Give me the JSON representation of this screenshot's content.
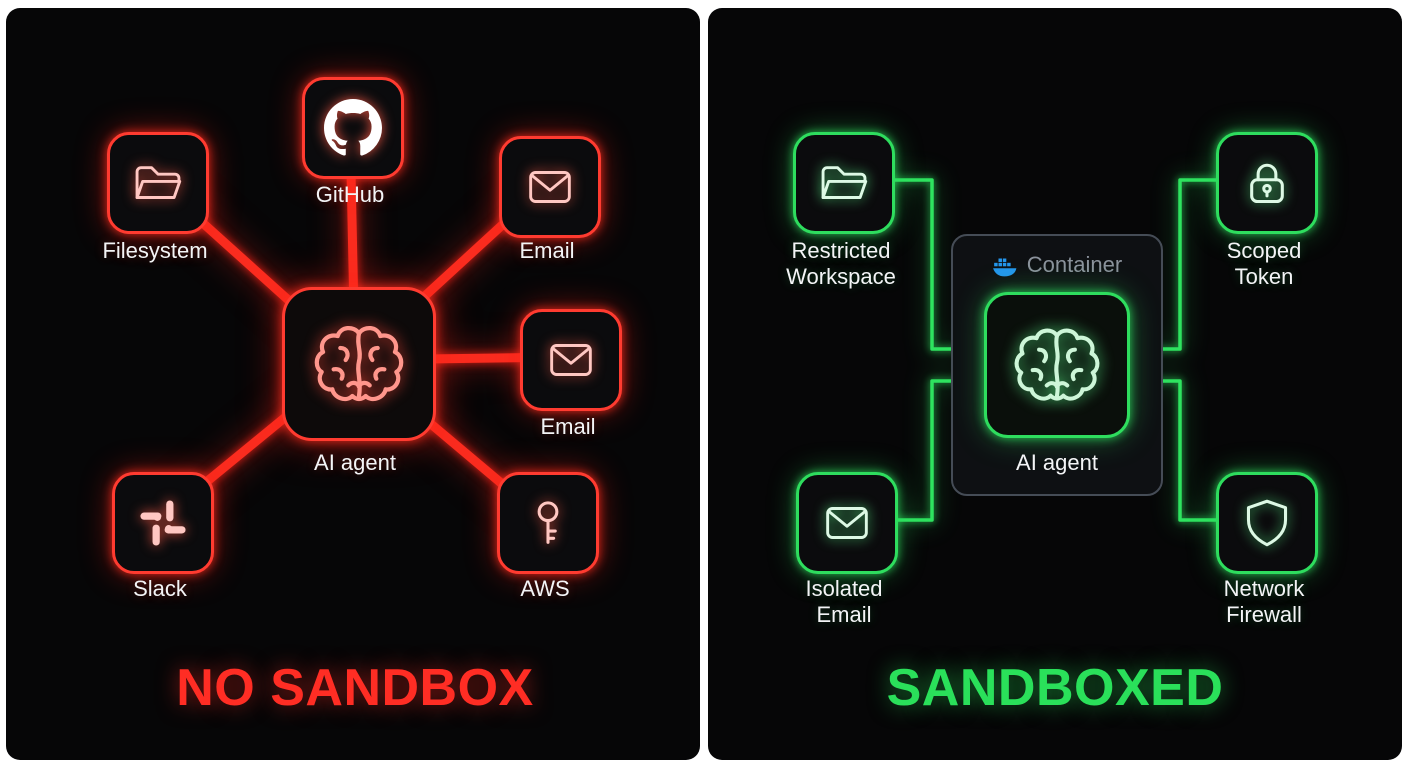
{
  "left_panel": {
    "title": "NO SANDBOX",
    "accent_color": "#ff3b30",
    "agent_label": "AI agent",
    "nodes": {
      "filesystem": {
        "label": "Filesystem"
      },
      "github": {
        "label": "GitHub"
      },
      "email_top": {
        "label": "Email"
      },
      "email_right": {
        "label": "Email"
      },
      "slack": {
        "label": "Slack"
      },
      "aws": {
        "label": "AWS"
      }
    }
  },
  "right_panel": {
    "title": "SANDBOXED",
    "accent_color": "#2edd5e",
    "container_label": "Container",
    "agent_label": "AI agent",
    "nodes": {
      "restricted_workspace": {
        "label": "Restricted\nWorkspace"
      },
      "scoped_token": {
        "label": "Scoped\nToken"
      },
      "isolated_email": {
        "label": "Isolated\nEmail"
      },
      "network_firewall": {
        "label": "Network\nFirewall"
      }
    }
  }
}
